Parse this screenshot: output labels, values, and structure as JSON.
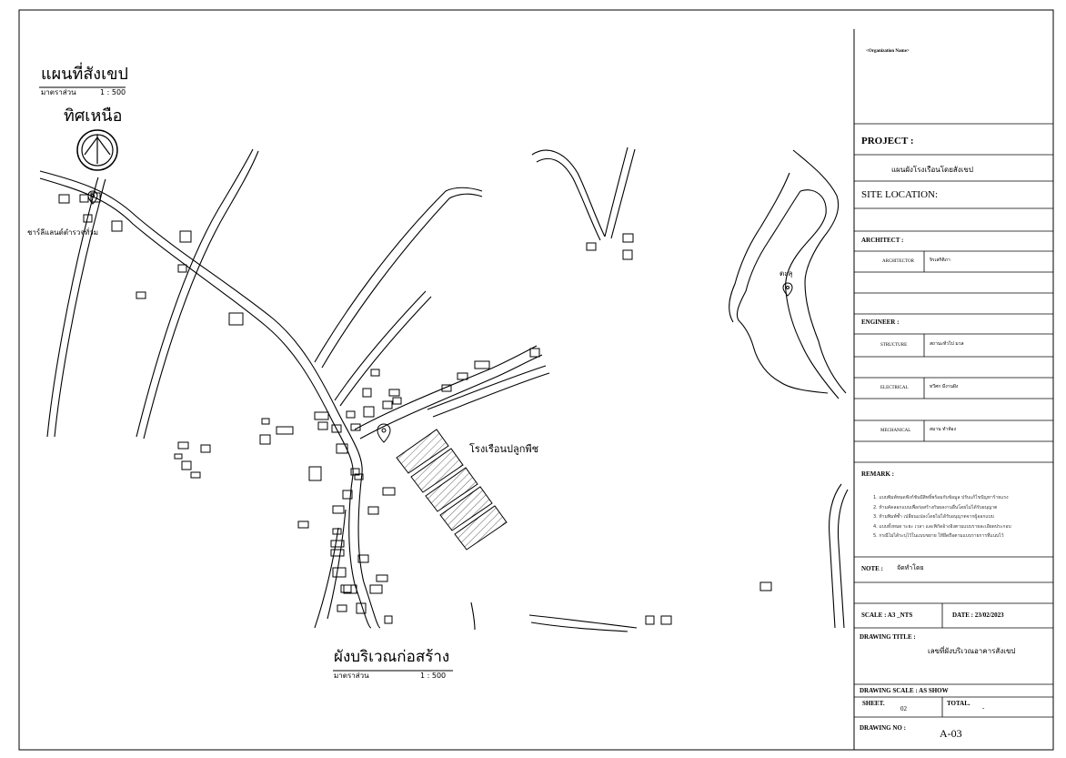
{
  "map": {
    "title": "แผนที่สังเขป",
    "scale_label": "มาตราส่วน",
    "scale_value": "1 : 500",
    "north_label": "ทิศเหนือ",
    "place_left": "ชาร์ลีแลนด์ตำรวจทั่วม",
    "place_right": "ตะลุ",
    "greenhouse_label": "โรงเรือนปลูกพืช"
  },
  "site_plan": {
    "title": "ผังบริเวณก่อสร้าง",
    "scale_label": "มาตราส่วน",
    "scale_value": "1 : 500"
  },
  "title_block": {
    "org_name": "<Organization Name>",
    "project_label": "PROJECT :",
    "project_value": "แผนผังโรงเรือนโดยสังเขป",
    "site_location_label": "SITE LOCATION:",
    "architect_label": "ARCHITECT :",
    "architect_role": "ARCHITECTOR",
    "architect_name": "จิรเสกิติภา",
    "engineer_label": "ENGINEER :",
    "structure_role": "STRUCTURE",
    "structure_name": "สถานะทั่วไป มวล",
    "electrical_role": "ELECTRICAL",
    "electrical_name": "ทวีศก มีงานฝัง",
    "mechanical_role": "MECHANICAL",
    "mechanical_name": "สมาน ทำห้อง",
    "remark_label": "REMARK :",
    "remarks": [
      "1. แบบพิมพ์หมดฟังก์ชันมีสิทธิ์พร้อมกับข้อมูล ปรับแก้ไขปัญหาร้ายแรง",
      "2. ห้ามคัดลอกแบบเพื่อก่อสร้างกับผลงานอื่นโดยไม่ได้รับอนุญาต",
      "3. ห้ามพิมพ์ซ้ำ เปลี่ยนแปลงโดยไม่ได้รับอนุญาตจากผู้ออกแบบ",
      "4. แบบทั้งหมด ระยะ เวลา และพิกัดอ้างอิงตามแบบรายละเอียดประกอบ",
      "5. กรณีไม่ได้ระบุไว้ในแบบขยาย ให้ยึดถือตามแบบรายการที่แนบไว้"
    ],
    "note_label": "NOTE :",
    "note_value": "จัดทำโดย",
    "scale_label": "SCALE : A3 _NTS",
    "date_label": "DATE : 23/02/2023",
    "drawing_title_label": "DRAWING TITLE :",
    "drawing_title_value": "เลขที่ผังบริเวณอาคารสังเขป",
    "drawing_scale_label": "DRAWING SCALE : AS SHOW",
    "sheet_label": "SHEET.",
    "sheet_value": "02",
    "total_label": "TOTAL.",
    "total_value": "-",
    "drawing_no_label": "DRAWING NO :",
    "drawing_no_value": "A-03"
  }
}
